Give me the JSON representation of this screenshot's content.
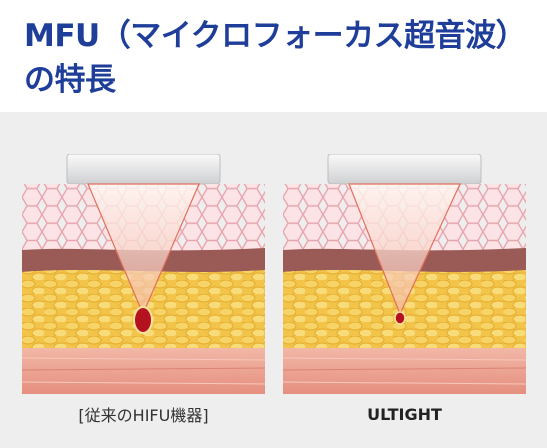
{
  "title": {
    "line1": "MFU（マイクロフォーカス超音波）",
    "line2": "の特長"
  },
  "panels": [
    {
      "caption": "[従来のHIFU機器]",
      "focus": "large"
    },
    {
      "caption": "ULTIGHT",
      "focus": "small"
    }
  ],
  "colors": {
    "title": "#1e3e9a",
    "background": "#eeeeef",
    "epidermis": "#f6cbd0",
    "dermis": "#9a5a56",
    "fat": "#f2c44a",
    "muscle": "#e9a090",
    "focus_point": "#b3121e"
  }
}
